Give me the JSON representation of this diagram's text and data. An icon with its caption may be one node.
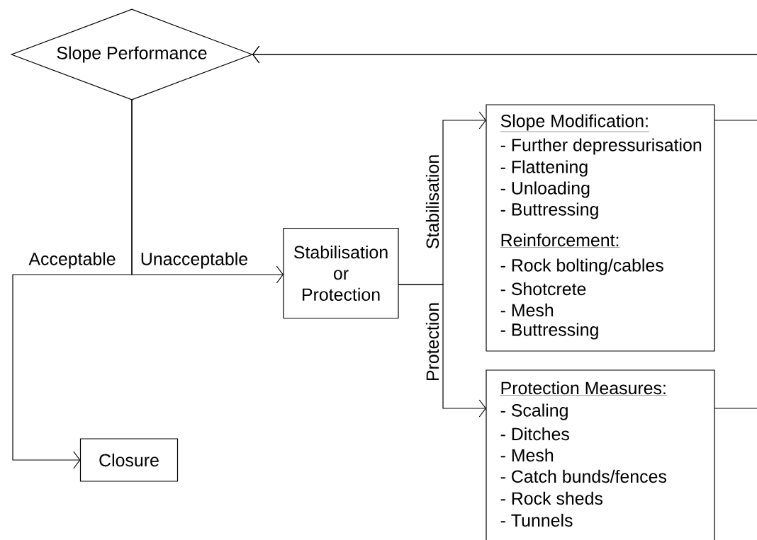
{
  "diagram": {
    "nodes": [
      {
        "text": [
          "Slope Performance"
        ]
      },
      {
        "text": [
          "Stabilisation or Protection"
        ]
      },
      {
        "text": [
          "Slope Modification:",
          "- Further depressurisation",
          "- Flattening",
          "- Unloading",
          "- Buttressing",
          "Reinforcement:",
          "- Rock bolting/cables",
          "- Shotcrete",
          "- Mesh",
          "- Buttressing"
        ]
      },
      {
        "text": [
          "Protection Measures:",
          "- Scaling",
          "- Ditches",
          "- Mesh",
          "- Catch bunds/fences",
          "- Rock sheds",
          "- Tunnels"
        ]
      },
      {
        "text": [
          "Closure"
        ]
      }
    ],
    "edges": [
      {
        "from": 0,
        "to": 4,
        "arrow": "to",
        "label": "Acceptable"
      },
      {
        "from": 0,
        "to": 1,
        "arrow": "to",
        "label": "Unacceptable"
      },
      {
        "from": 1,
        "to": 2,
        "arrow": "to",
        "label": "Stabilisation"
      },
      {
        "from": 1,
        "to": 3,
        "arrow": "to",
        "label": "Protection"
      },
      {
        "from": 2,
        "to": 0,
        "arrow": "to"
      },
      {
        "from": 3,
        "to": 0,
        "arrow": "to"
      }
    ]
  }
}
